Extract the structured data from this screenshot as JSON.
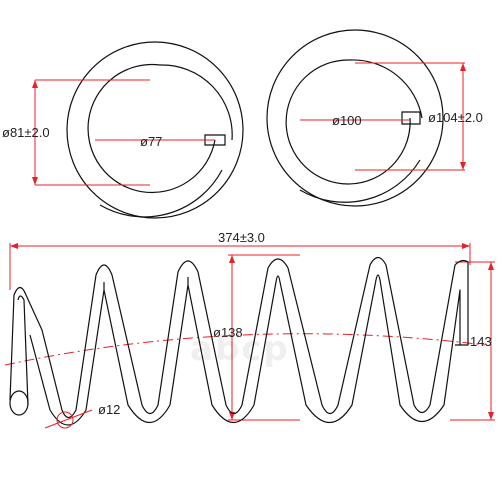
{
  "dimensions": {
    "top_left_outer": "ø81±2.0",
    "top_left_inner": "ø77",
    "top_right_inner": "ø100",
    "top_right_outer": "ø104±2.0",
    "free_length": "374±3.0",
    "coil_diameter": "ø138",
    "wire_diameter": "ø12",
    "end_height": "143"
  },
  "watermark": "abcp",
  "colors": {
    "line": "#111111",
    "dimension": "#e8202a",
    "watermark": "#000000"
  }
}
